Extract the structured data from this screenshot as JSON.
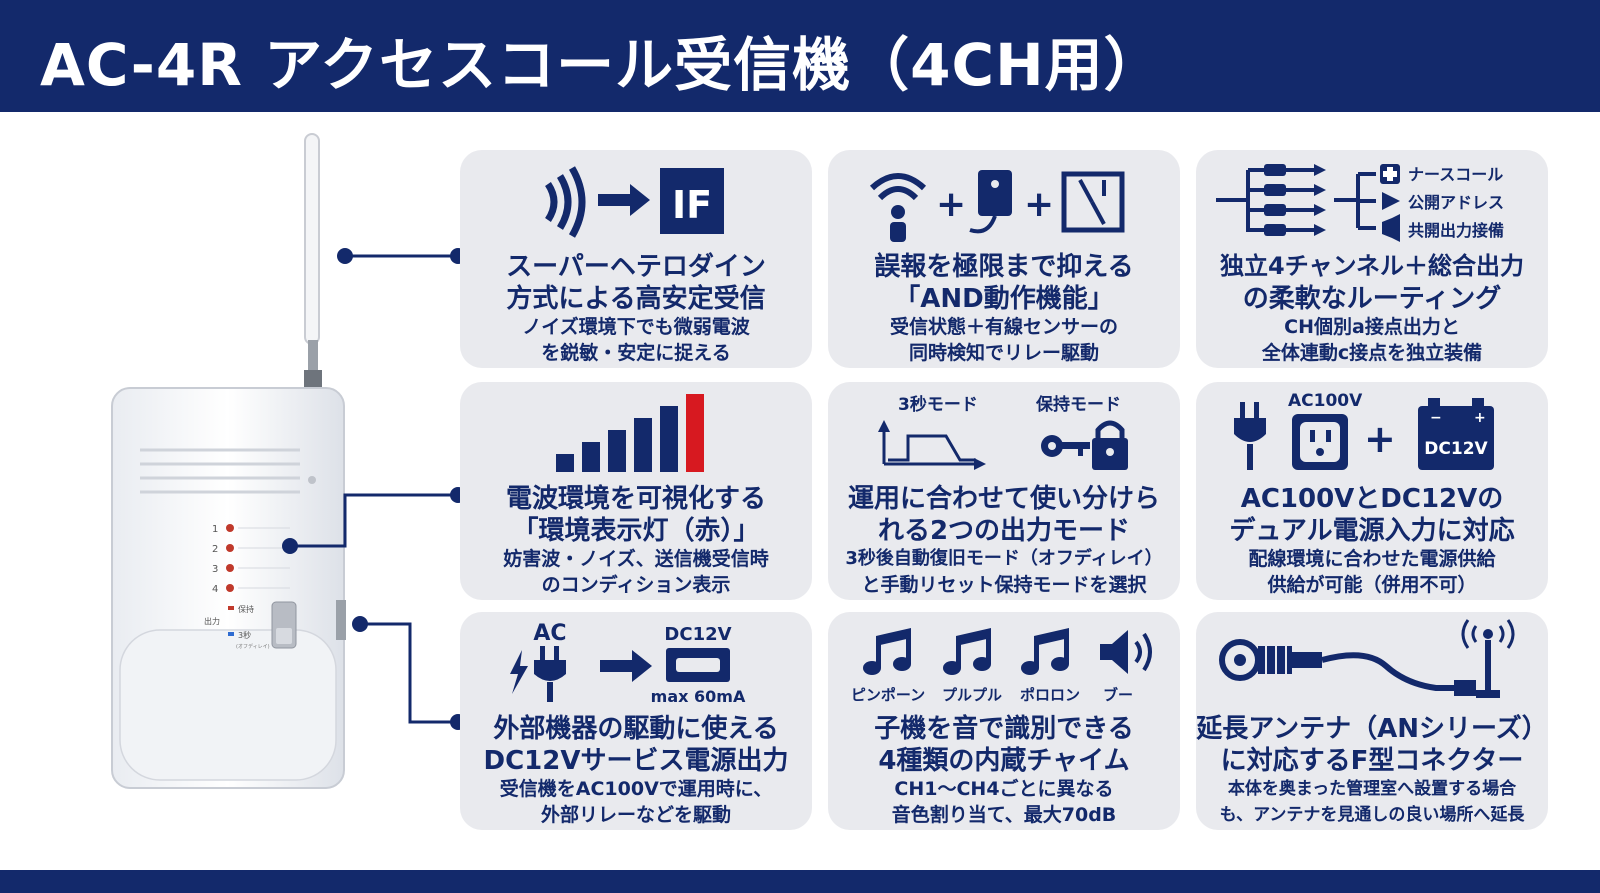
{
  "header": {
    "title": "AC-4R アクセスコール受信機（4CH用）"
  },
  "device": {
    "ch_labels": [
      "1",
      "2",
      "3",
      "4"
    ],
    "hold_label": "保持",
    "output_label": "出力",
    "sec_label": "3秒",
    "delay_label": "(オフディレイ)"
  },
  "colors": {
    "navy": "#13296b",
    "card": "#e9eaee",
    "red": "#d71920"
  },
  "cards": [
    {
      "icon_text": "IF",
      "title1": "スーパーヘテロダイン",
      "title2": "方式による高安定受信",
      "sub1": "ノイズ環境下でも微弱電波",
      "sub2": "を鋭敏・安定に捉える"
    },
    {
      "title1": "誤報を極限まで抑える",
      "title2": "「AND動作機能」",
      "sub1": "受信状態＋有線センサーの",
      "sub2": "同時検知でリレー駆動"
    },
    {
      "routes": [
        "ナースコール",
        "公開アドレス",
        "共開出力接備"
      ],
      "title1": "独立4チャンネル＋総合出力",
      "title2": "の柔軟なルーティング",
      "sub1": "CH個別a接点出力と",
      "sub2": "全体連動c接点を独立装備"
    },
    {
      "title1": "電波環境を可視化する",
      "title2": "「環境表示灯（赤）」",
      "sub1": "妨害波・ノイズ、送信機受信時",
      "sub2": "のコンディション表示"
    },
    {
      "mode1": "3秒モード",
      "mode2": "保持モード",
      "title1": "運用に合わせて使い分けら",
      "title2": "れる2つの出力モード",
      "sub1": "3秒後自動復旧モード（オフディレイ）",
      "sub2": "と手動リセット保持モードを選択"
    },
    {
      "ac_label": "AC100V",
      "dc_label": "DC12V",
      "title1": "AC100VとDC12Vの",
      "title2": "デュアル電源入力に対応",
      "sub1": "配線環境に合わせた電源供給",
      "sub2": "供給が可能（併用不可）"
    },
    {
      "ac_label": "AC",
      "dc_label": "DC12V",
      "max_label": "max 60mA",
      "title1": "外部機器の駆動に使える",
      "title2": "DC12Vサービス電源出力",
      "sub1": "受信機をAC100Vで運用時に、",
      "sub2": "外部リレーなどを駆動"
    },
    {
      "chimes": [
        "ピンポーン",
        "プルプル",
        "ポロロン",
        "ブー"
      ],
      "title1": "子機を音で識別できる",
      "title2": "4種類の内蔵チャイム",
      "sub1": "CH1〜CH4ごとに異なる",
      "sub2": "音色割り当て、最大70dB"
    },
    {
      "title1": "延長アンテナ（ANシリーズ）",
      "title2": "に対応するF型コネクター",
      "sub1": "本体を奥まった管理室へ設置する場合",
      "sub2": "も、アンテナを見通しの良い場所へ延長"
    }
  ]
}
